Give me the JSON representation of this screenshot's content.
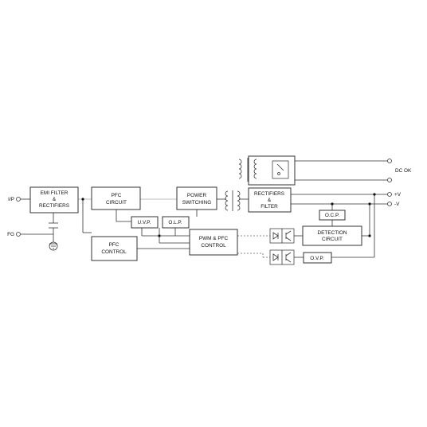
{
  "inputs": {
    "ip": "I/P",
    "fg": "FG"
  },
  "outputs": {
    "dc_ok": "DC OK",
    "plus_v": "+V",
    "minus_v": "-V"
  },
  "blocks": {
    "emi": [
      "EMI FILTER",
      "&",
      "RECTIFIERS"
    ],
    "pfc_circuit": [
      "PFC",
      "CIRCUIT"
    ],
    "power_switching": [
      "POWER",
      "SWITCHING"
    ],
    "rectifiers_filter": [
      "RECTIFIERS",
      "&",
      "FILTER"
    ],
    "uvp": "U.V.P.",
    "olp": "O.L.P.",
    "ocp": "O.C.P.",
    "pfc_control": [
      "PFC",
      "CONTROL"
    ],
    "pwm_pfc_control": [
      "PWM & PFC",
      "CONTROL"
    ],
    "detection": [
      "DETECTION",
      "CIRCUIT"
    ],
    "ovp": "O.V.P."
  }
}
